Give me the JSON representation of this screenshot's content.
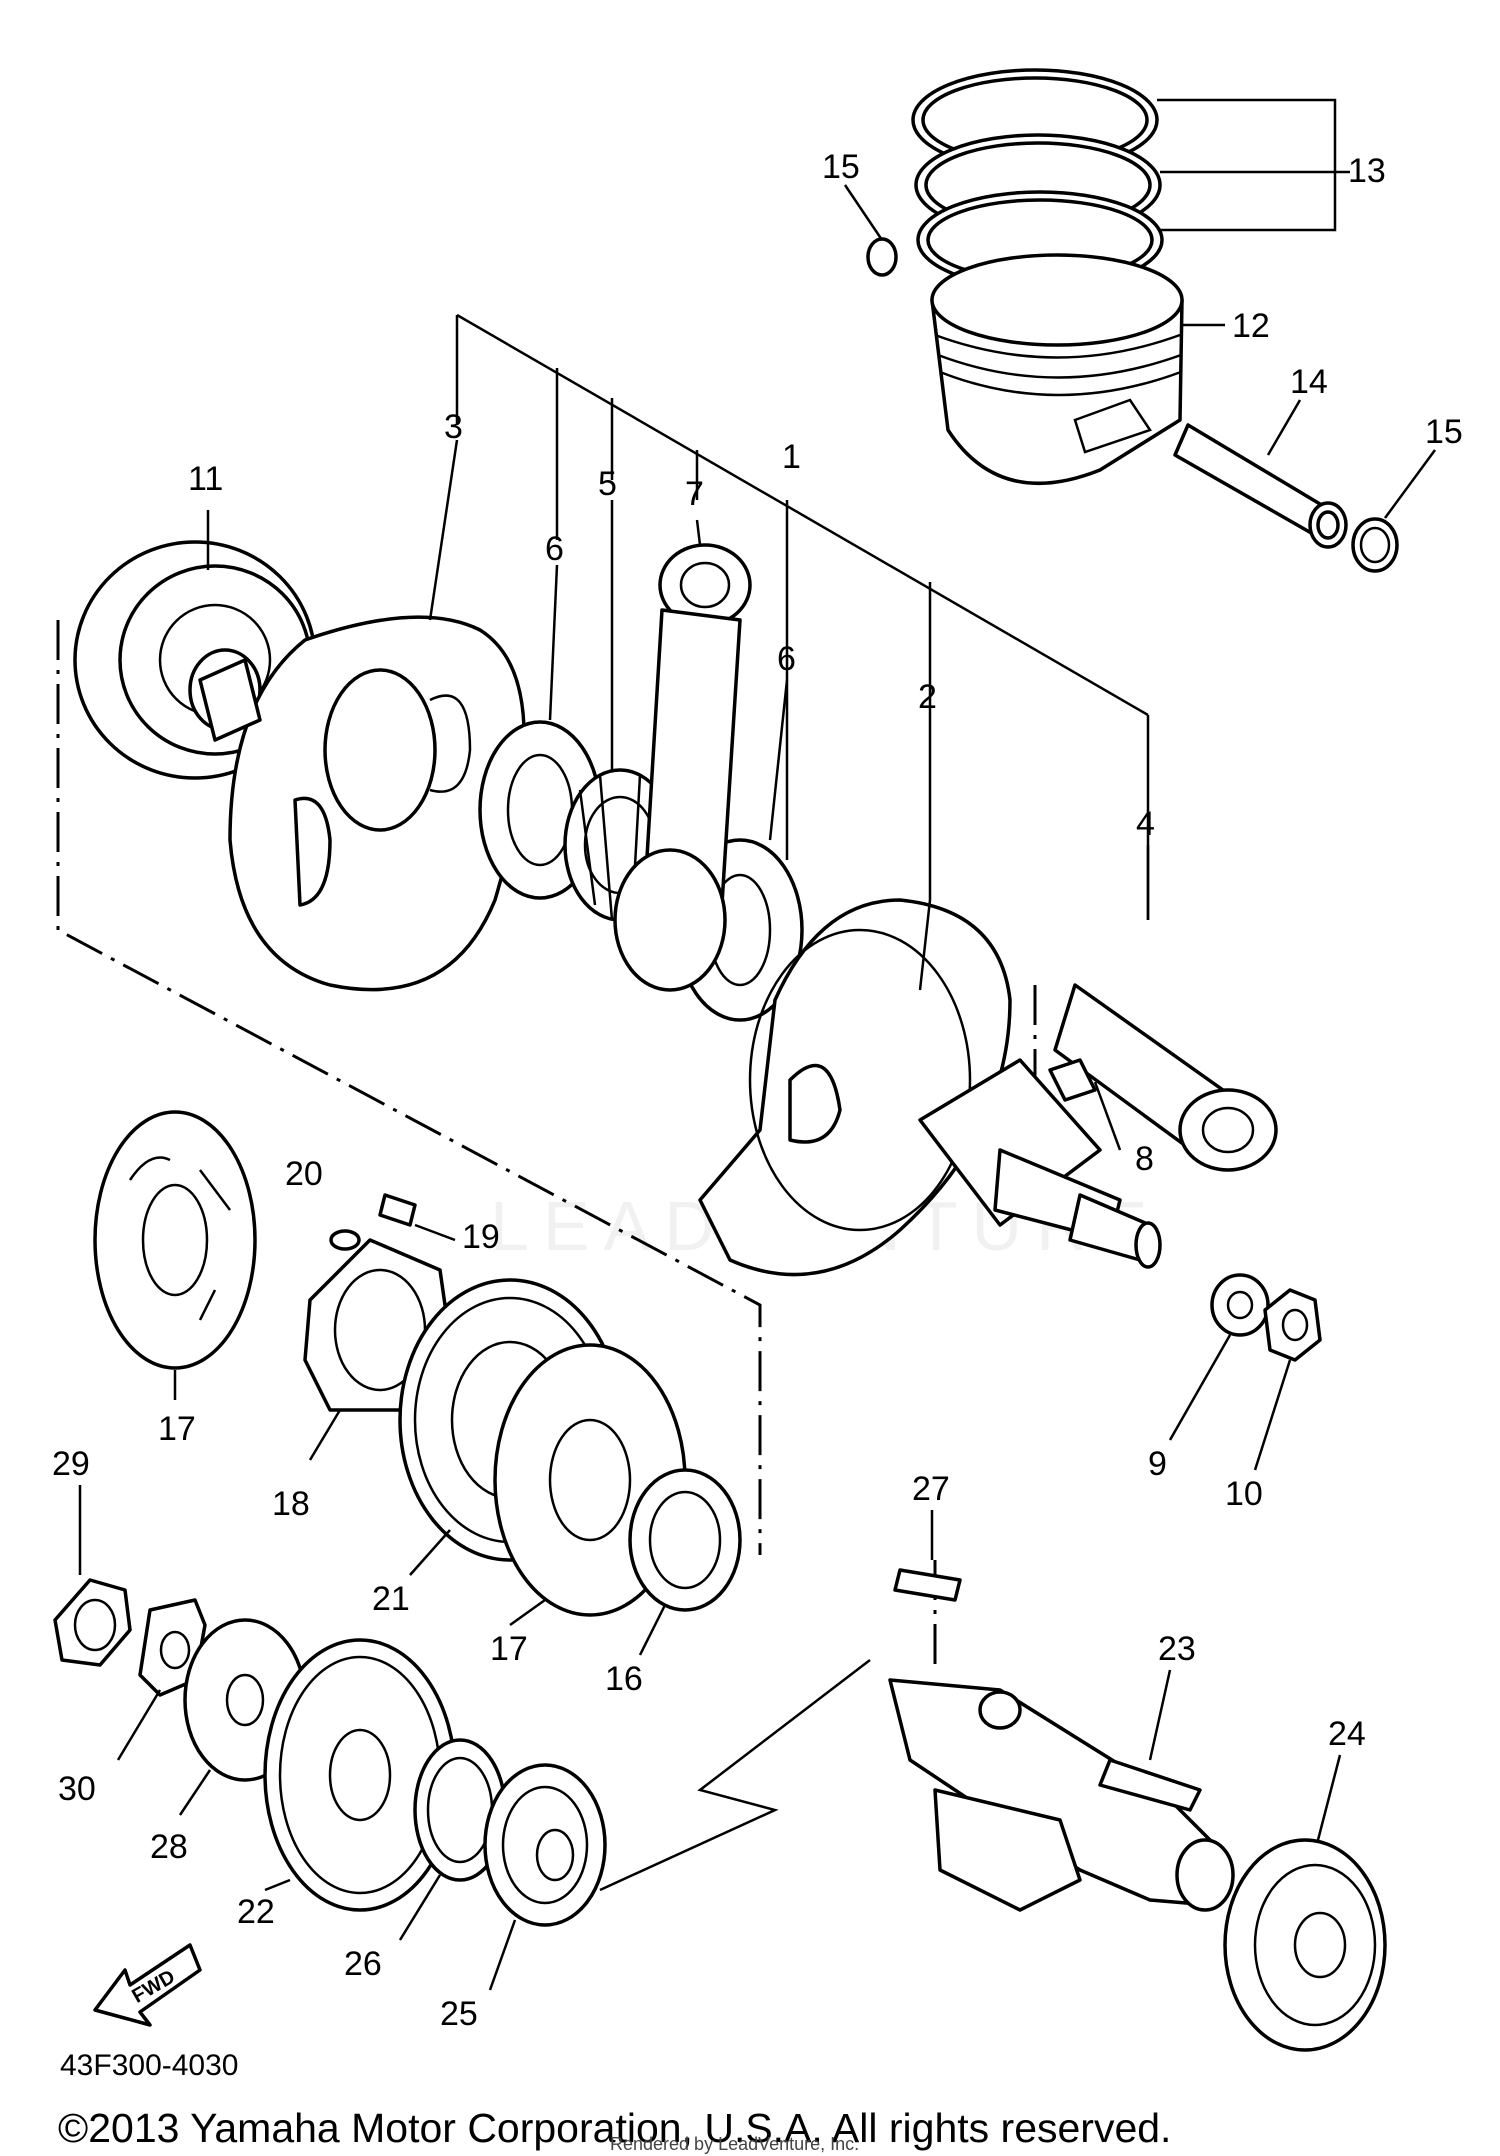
{
  "diagram": {
    "part_code": "43F300-4030",
    "fwd_arrow": "FWD",
    "watermark": "LEADVENTURE",
    "copyright": "©2013 Yamaha Motor Corporation, U.S.A. All rights reserved.",
    "rendered_by": "Rendered by LeadVenture, Inc.",
    "callouts": {
      "c1": "1",
      "c2": "2",
      "c3": "3",
      "c4": "4",
      "c5": "5",
      "c6a": "6",
      "c6b": "6",
      "c7": "7",
      "c8": "8",
      "c9": "9",
      "c10": "10",
      "c11": "11",
      "c12": "12",
      "c13": "13",
      "c14": "14",
      "c15a": "15",
      "c15b": "15",
      "c16": "16",
      "c17a": "17",
      "c17b": "17",
      "c18": "18",
      "c19": "19",
      "c20": "20",
      "c21": "21",
      "c22": "22",
      "c23": "23",
      "c24": "24",
      "c25": "25",
      "c26": "26",
      "c27": "27",
      "c28": "28",
      "c29": "29",
      "c30": "30"
    }
  }
}
